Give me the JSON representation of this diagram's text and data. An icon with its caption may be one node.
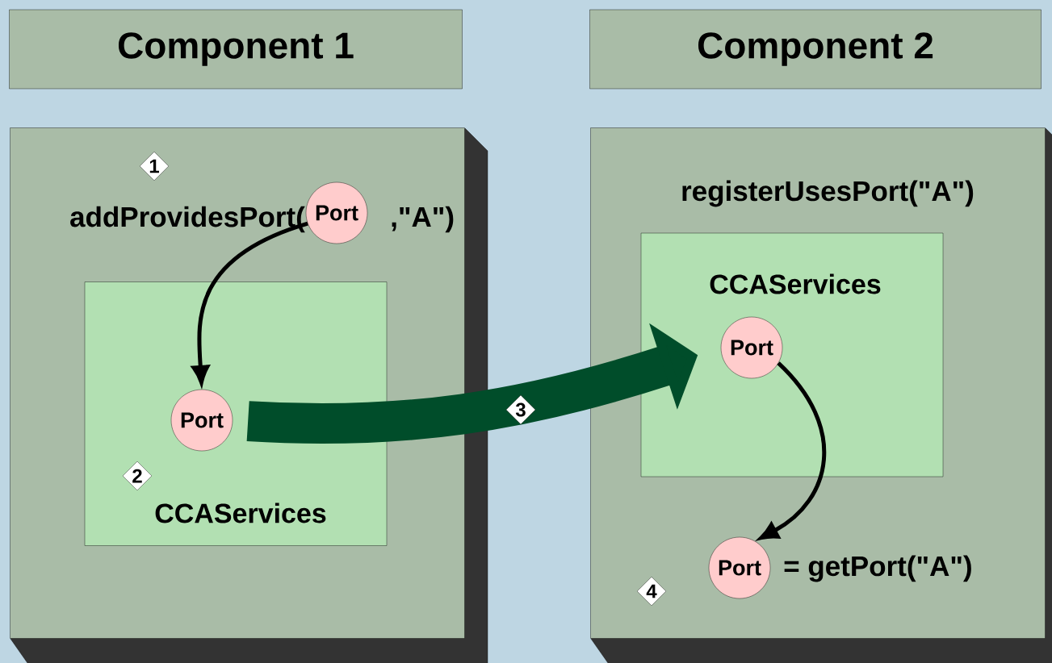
{
  "diagram": {
    "nodes": [
      {
        "text": [
          "Component 1"
        ]
      },
      {
        "text": [
          "Component 2"
        ]
      },
      {
        "text": [
          "addProvidesPort(",
          ",\"A\")"
        ]
      },
      {
        "text": [
          "Port"
        ],
        "in": 2
      },
      {
        "text": [
          "CCAServices"
        ],
        "in": 2
      },
      {
        "text": [
          "Port"
        ],
        "in": 4
      },
      {
        "text": [
          "registerUsesPort(\"A\")",
          "= getPort(\"A\")"
        ]
      },
      {
        "text": [
          "CCAServices"
        ],
        "in": 6
      },
      {
        "text": [
          "Port"
        ],
        "in": 7
      },
      {
        "text": [
          "Port"
        ],
        "in": 6
      }
    ],
    "edges": [
      {
        "from": 3,
        "to": 5,
        "arrow": "to"
      },
      {
        "from": 5,
        "to": 8,
        "arrow": "to",
        "label": "3",
        "style": "thick",
        "color": "#004d2a"
      },
      {
        "from": 8,
        "to": 9,
        "arrow": "to"
      }
    ],
    "labels": [
      "1",
      "2",
      "4"
    ]
  }
}
